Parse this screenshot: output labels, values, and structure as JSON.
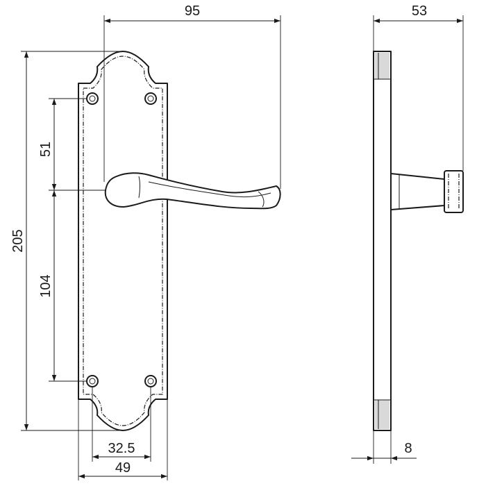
{
  "dimensions": {
    "overall_width": "95",
    "overall_height": "205",
    "upper_hole_spacing": "51",
    "lower_hole_spacing": "104",
    "hole_horizontal_spacing": "32.5",
    "plate_width": "49",
    "projection_depth": "53",
    "plate_thickness": "8"
  },
  "colors": {
    "line": "#1a1a1a",
    "background": "#ffffff",
    "shade": "#d9d9d9"
  }
}
